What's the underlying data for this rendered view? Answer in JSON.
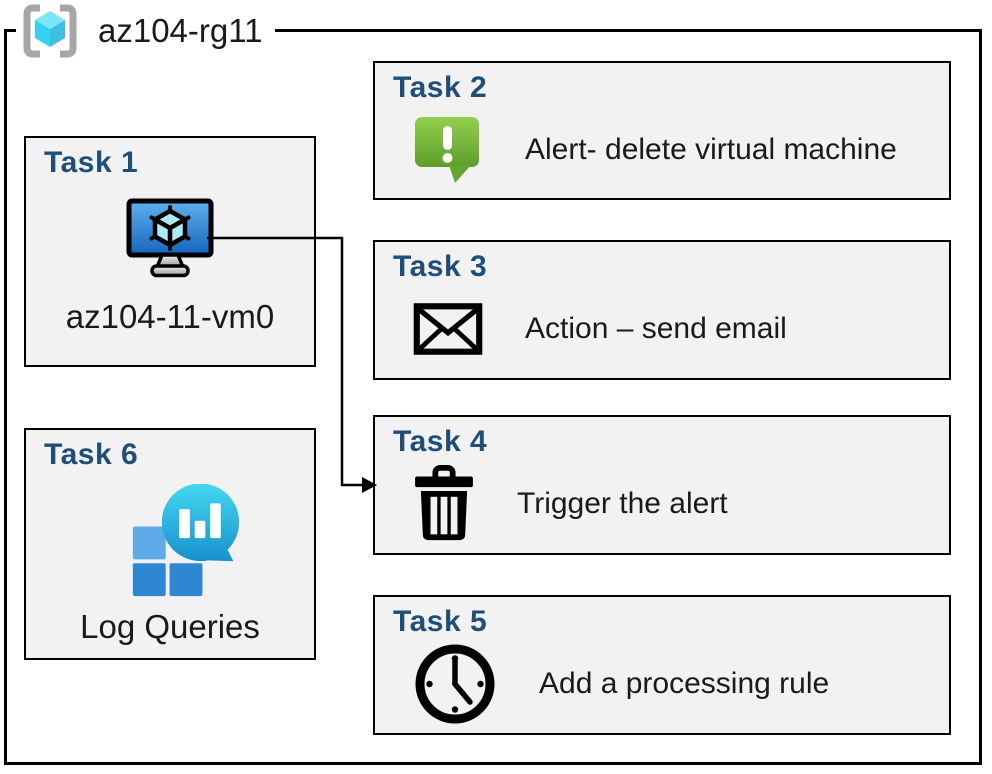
{
  "header": {
    "title": "az104-rg11",
    "icon": "resource-group-icon"
  },
  "tasks": [
    {
      "label": "Task 1",
      "icon": "virtual-machine-icon",
      "text": "az104-11-vm0"
    },
    {
      "label": "Task 2",
      "icon": "alert-icon",
      "text": "Alert- delete virtual machine"
    },
    {
      "label": "Task 3",
      "icon": "email-icon",
      "text": "Action – send email"
    },
    {
      "label": "Task 4",
      "icon": "trash-icon",
      "text": "Trigger the alert"
    },
    {
      "label": "Task 5",
      "icon": "clock-icon",
      "text": "Add a processing rule"
    },
    {
      "label": "Task 6",
      "icon": "log-queries-icon",
      "text": "Log Queries"
    }
  ],
  "connector": {
    "from": "Task 1 virtual machine",
    "to": "Task 4"
  },
  "colors": {
    "heading_blue": "#1F4E79",
    "box_fill": "#F2F2F2",
    "border_black": "#000000",
    "alert_green": "#6FB52F",
    "vm_screen_blue": "#1B6FC0",
    "rg_cube_cyan": "#50E0F5",
    "log_bubble_teal": "#19A7D4",
    "log_square_blue": "#2F86D3"
  }
}
